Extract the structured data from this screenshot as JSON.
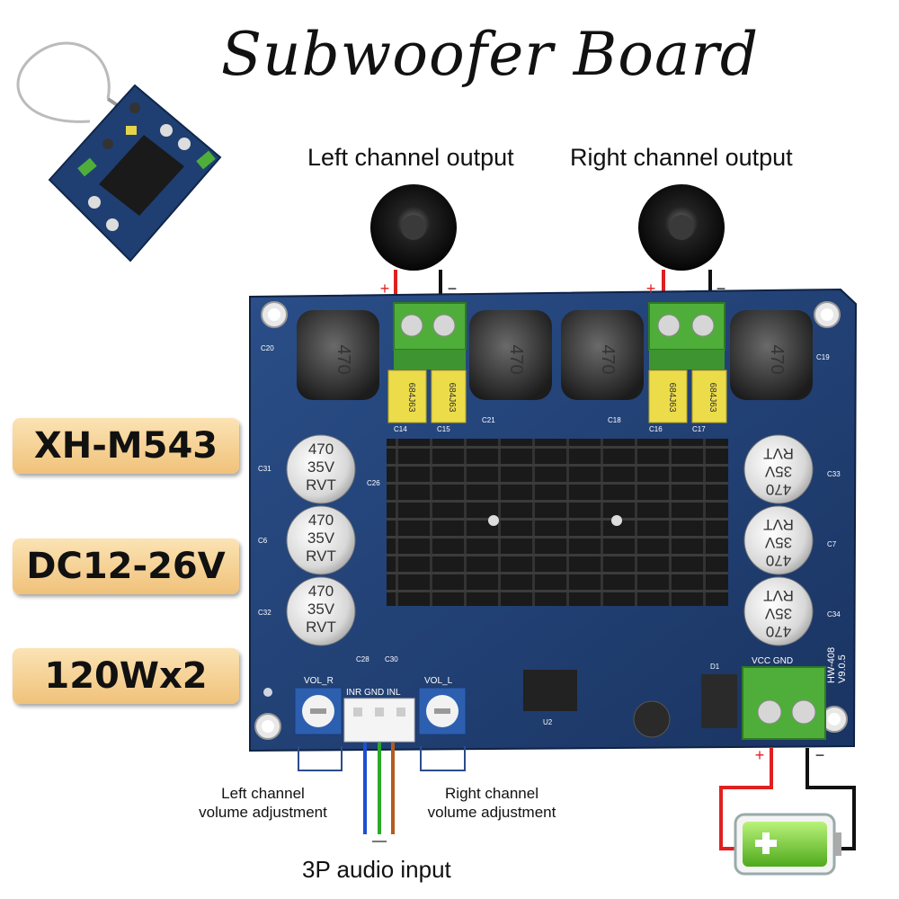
{
  "title": "Subwoofer Board",
  "outputs": {
    "left": "Left channel output",
    "right": "Right channel output"
  },
  "specs": {
    "model": "XH-M543",
    "voltage": "DC12-26V",
    "power": "120Wx2"
  },
  "controls": {
    "left_volume": "Left channel\nvolume adjustment",
    "right_volume": "Right channel\nvolume adjustment",
    "audio_input": "3P audio input"
  },
  "board": {
    "inductor_value": "470",
    "film_cap_value": "684J63",
    "cap_value": "470",
    "cap_voltage": "35V",
    "cap_series": "RVT",
    "vol_r_label": "VOL_R",
    "vol_l_label": "VOL_L",
    "input_pins": "INR GND INL",
    "power_pins": "VCC GND",
    "board_id": "HW-408",
    "board_version": "V9.0.5",
    "silk": {
      "c20": "C20",
      "c19": "C19",
      "c14": "C14",
      "c15": "C15",
      "c16": "C16",
      "c17": "C17",
      "c21": "C21",
      "c18": "C18",
      "c31": "C31",
      "c6": "C6",
      "c32": "C32",
      "c26": "C26",
      "c33": "C33",
      "c7": "C7",
      "c34": "C34",
      "c28": "C28",
      "c30": "C30",
      "u2": "U2",
      "d1": "D1"
    }
  },
  "polarity": {
    "plus": "+",
    "minus": "−"
  },
  "colors": {
    "board": "#1f3f73",
    "heatsink": "#1a1a1a",
    "terminal": "#4fae3a",
    "positive_wire": "#e02020",
    "negative_wire": "#111111",
    "badge": "#f5d195",
    "battery_fill": "#6ed12f"
  },
  "icons": [
    "speaker-icon",
    "battery-icon"
  ]
}
